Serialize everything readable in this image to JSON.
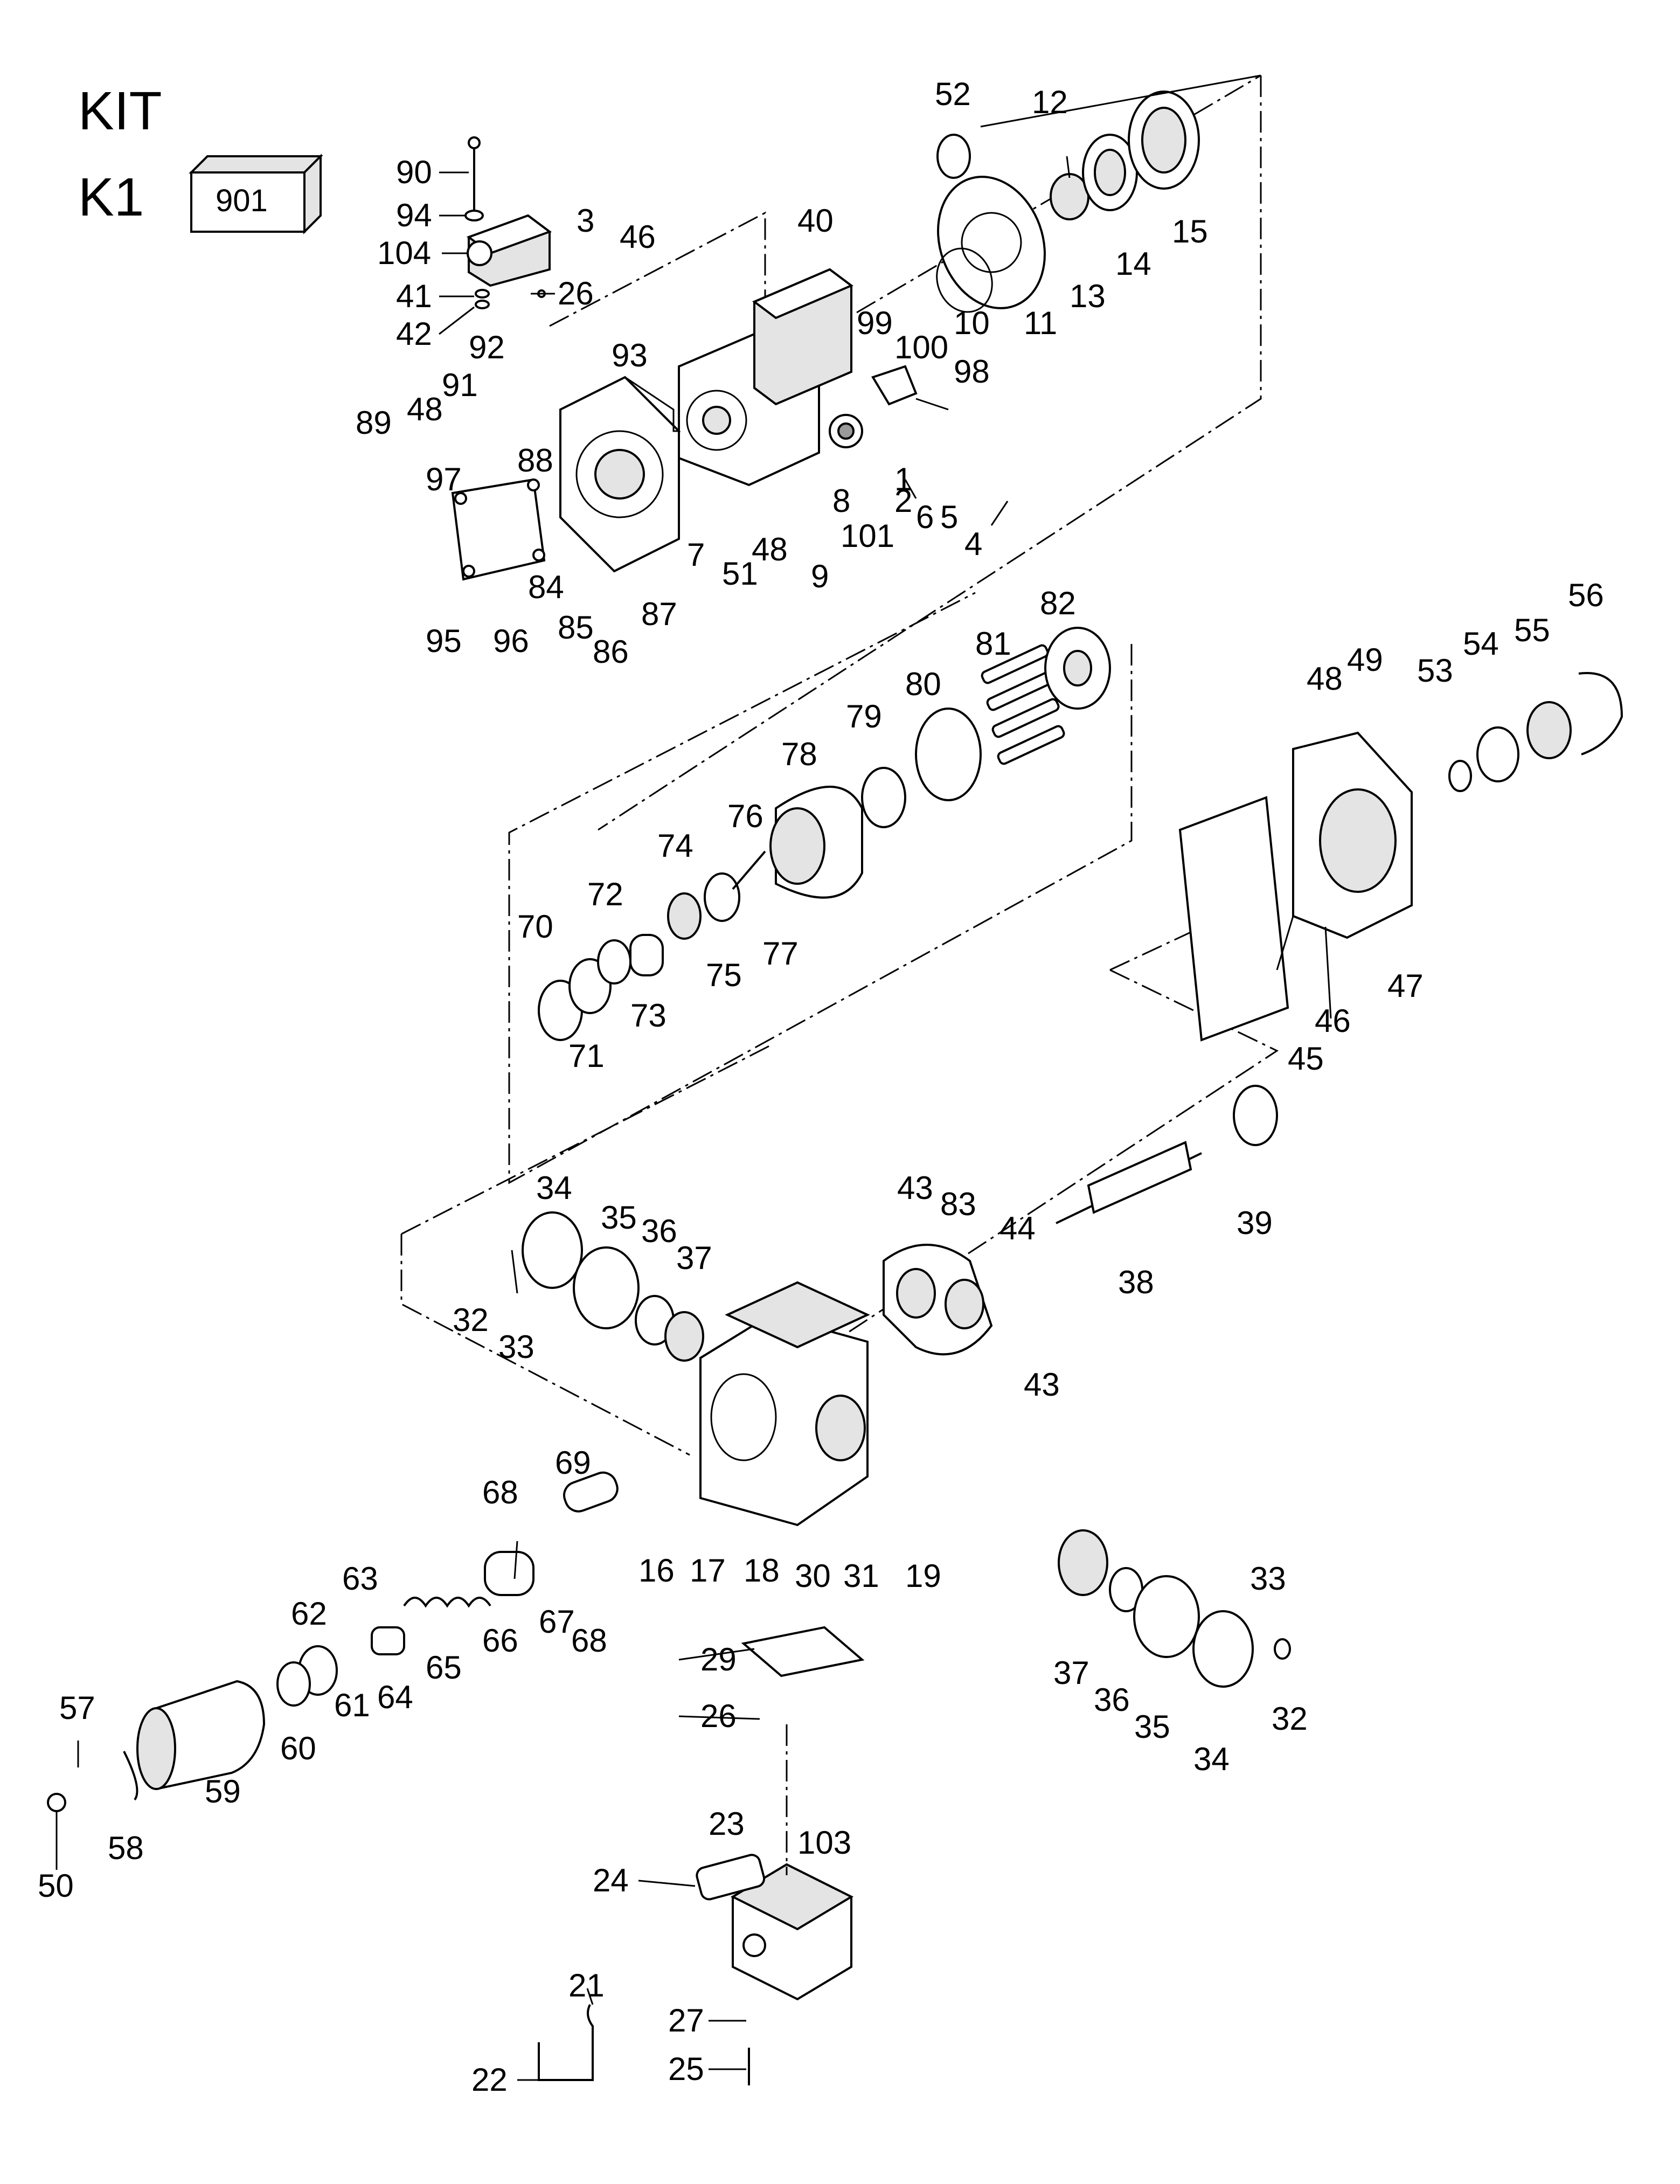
{
  "header": {
    "kit_label": "KIT",
    "kit_code": "K1",
    "kit_box_number": "901"
  },
  "parts": [
    {
      "id": "p90",
      "label": "90"
    },
    {
      "id": "p94",
      "label": "94"
    },
    {
      "id": "p104",
      "label": "104"
    },
    {
      "id": "p41",
      "label": "41"
    },
    {
      "id": "p26a",
      "label": "26"
    },
    {
      "id": "p42",
      "label": "42"
    },
    {
      "id": "p3",
      "label": "3"
    },
    {
      "id": "p46a",
      "label": "46"
    },
    {
      "id": "p40",
      "label": "40"
    },
    {
      "id": "p52",
      "label": "52"
    },
    {
      "id": "p12",
      "label": "12"
    },
    {
      "id": "p15",
      "label": "15"
    },
    {
      "id": "p14",
      "label": "14"
    },
    {
      "id": "p13",
      "label": "13"
    },
    {
      "id": "p11",
      "label": "11"
    },
    {
      "id": "p10",
      "label": "10"
    },
    {
      "id": "p99",
      "label": "99"
    },
    {
      "id": "p100",
      "label": "100"
    },
    {
      "id": "p98",
      "label": "98"
    },
    {
      "id": "p93",
      "label": "93"
    },
    {
      "id": "p92",
      "label": "92"
    },
    {
      "id": "p91",
      "label": "91"
    },
    {
      "id": "p48a",
      "label": "48"
    },
    {
      "id": "p89",
      "label": "89"
    },
    {
      "id": "p97",
      "label": "97"
    },
    {
      "id": "p88",
      "label": "88"
    },
    {
      "id": "p1",
      "label": "1"
    },
    {
      "id": "p2",
      "label": "2"
    },
    {
      "id": "p6",
      "label": "6"
    },
    {
      "id": "p5",
      "label": "5"
    },
    {
      "id": "p4",
      "label": "4"
    },
    {
      "id": "p8",
      "label": "8"
    },
    {
      "id": "p101",
      "label": "101"
    },
    {
      "id": "p7",
      "label": "7"
    },
    {
      "id": "p48b",
      "label": "48"
    },
    {
      "id": "p51",
      "label": "51"
    },
    {
      "id": "p9",
      "label": "9"
    },
    {
      "id": "p84",
      "label": "84"
    },
    {
      "id": "p87",
      "label": "87"
    },
    {
      "id": "p95",
      "label": "95"
    },
    {
      "id": "p96",
      "label": "96"
    },
    {
      "id": "p85",
      "label": "85"
    },
    {
      "id": "p86",
      "label": "86"
    },
    {
      "id": "p82",
      "label": "82"
    },
    {
      "id": "p81",
      "label": "81"
    },
    {
      "id": "p80",
      "label": "80"
    },
    {
      "id": "p79",
      "label": "79"
    },
    {
      "id": "p78",
      "label": "78"
    },
    {
      "id": "p76",
      "label": "76"
    },
    {
      "id": "p74",
      "label": "74"
    },
    {
      "id": "p72",
      "label": "72"
    },
    {
      "id": "p70",
      "label": "70"
    },
    {
      "id": "p73",
      "label": "73"
    },
    {
      "id": "p75",
      "label": "75"
    },
    {
      "id": "p77",
      "label": "77"
    },
    {
      "id": "p71",
      "label": "71"
    },
    {
      "id": "p56",
      "label": "56"
    },
    {
      "id": "p55",
      "label": "55"
    },
    {
      "id": "p54",
      "label": "54"
    },
    {
      "id": "p53",
      "label": "53"
    },
    {
      "id": "p49",
      "label": "49"
    },
    {
      "id": "p48c",
      "label": "48"
    },
    {
      "id": "p47",
      "label": "47"
    },
    {
      "id": "p46b",
      "label": "46"
    },
    {
      "id": "p45",
      "label": "45"
    },
    {
      "id": "p34a",
      "label": "34"
    },
    {
      "id": "p35a",
      "label": "35"
    },
    {
      "id": "p36a",
      "label": "36"
    },
    {
      "id": "p37a",
      "label": "37"
    },
    {
      "id": "p32a",
      "label": "32"
    },
    {
      "id": "p33a",
      "label": "33"
    },
    {
      "id": "p43a",
      "label": "43"
    },
    {
      "id": "p83",
      "label": "83"
    },
    {
      "id": "p44",
      "label": "44"
    },
    {
      "id": "p43b",
      "label": "43"
    },
    {
      "id": "p38",
      "label": "38"
    },
    {
      "id": "p39",
      "label": "39"
    },
    {
      "id": "p69",
      "label": "69"
    },
    {
      "id": "p68a",
      "label": "68"
    },
    {
      "id": "p16",
      "label": "16"
    },
    {
      "id": "p17",
      "label": "17"
    },
    {
      "id": "p18",
      "label": "18"
    },
    {
      "id": "p30",
      "label": "30"
    },
    {
      "id": "p31",
      "label": "31"
    },
    {
      "id": "p19",
      "label": "19"
    },
    {
      "id": "p66",
      "label": "66"
    },
    {
      "id": "p67",
      "label": "67"
    },
    {
      "id": "p68b",
      "label": "68"
    },
    {
      "id": "p65",
      "label": "65"
    },
    {
      "id": "p64",
      "label": "64"
    },
    {
      "id": "p63",
      "label": "63"
    },
    {
      "id": "p62",
      "label": "62"
    },
    {
      "id": "p61",
      "label": "61"
    },
    {
      "id": "p60",
      "label": "60"
    },
    {
      "id": "p59",
      "label": "59"
    },
    {
      "id": "p57",
      "label": "57"
    },
    {
      "id": "p58",
      "label": "58"
    },
    {
      "id": "p50",
      "label": "50"
    },
    {
      "id": "p29",
      "label": "29"
    },
    {
      "id": "p26b",
      "label": "26"
    },
    {
      "id": "p37b",
      "label": "37"
    },
    {
      "id": "p36b",
      "label": "36"
    },
    {
      "id": "p35b",
      "label": "35"
    },
    {
      "id": "p34b",
      "label": "34"
    },
    {
      "id": "p33b",
      "label": "33"
    },
    {
      "id": "p32b",
      "label": "32"
    },
    {
      "id": "p23",
      "label": "23"
    },
    {
      "id": "p103",
      "label": "103"
    },
    {
      "id": "p24",
      "label": "24"
    },
    {
      "id": "p21",
      "label": "21"
    },
    {
      "id": "p27",
      "label": "27"
    },
    {
      "id": "p25",
      "label": "25"
    },
    {
      "id": "p22",
      "label": "22"
    }
  ]
}
